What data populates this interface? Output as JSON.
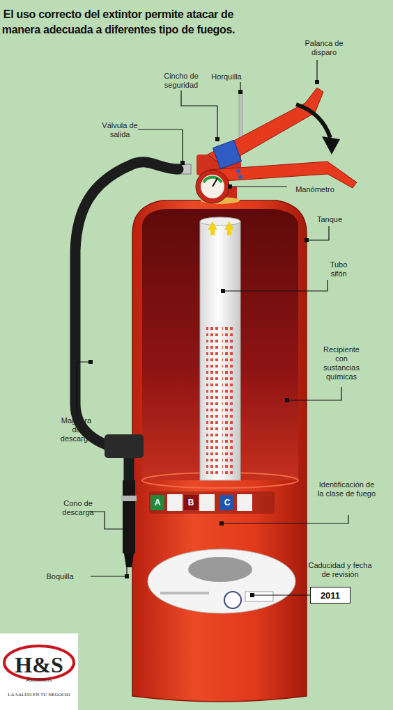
{
  "diagram": {
    "title": "El uso correcto del extintor permite atacar de manera adecuada a diferentes tipo de fuegos.",
    "nodes": [
      {
        "text": [
          "A"
        ]
      },
      {
        "text": [
          "B"
        ]
      },
      {
        "text": [
          "C"
        ]
      },
      {
        "text": [
          "2011"
        ]
      },
      {
        "text": [
          "H&S",
          "Asociados",
          "LA SALUD EN TU NEGOCIO"
        ]
      }
    ],
    "labels": [
      "Palanca de disparo",
      "Cincho de seguridad",
      "Horquilla",
      "Válvula de salida",
      "Manómetro",
      "Tanque",
      "Tubo sifón",
      "Recipiente con sustancias químicas",
      "Maguera de descarga",
      "Cono de descarga",
      "Boquilla",
      "Identificación de la clase de fuego",
      "Caducidad y fecha de revisión"
    ]
  }
}
